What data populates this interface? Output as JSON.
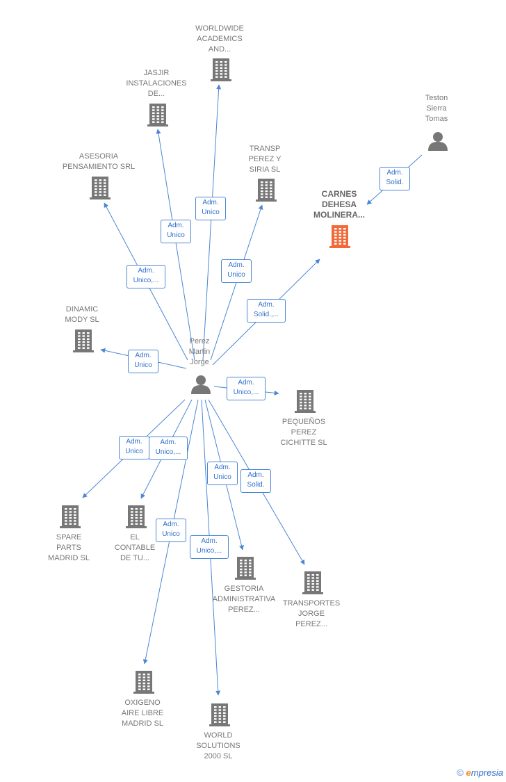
{
  "colors": {
    "edge": "#4a86d4",
    "company": "#777777",
    "main": "#f26a3a",
    "person": "#777777"
  },
  "nodes": [
    {
      "id": "perez",
      "label": "Perez\nMartin\nJorge",
      "type": "person"
    },
    {
      "id": "teston",
      "label": "Teston\nSierra\nTomas",
      "type": "person"
    },
    {
      "id": "carnes",
      "label": "CARNES\nDEHESA\nMOLINERA...",
      "type": "main"
    },
    {
      "id": "worldwide",
      "label": "WORLDWIDE\nACADEMICS\nAND...",
      "type": "company"
    },
    {
      "id": "jasjir",
      "label": "JASJIR\nINSTALACIONES\nDE...",
      "type": "company"
    },
    {
      "id": "asesoria",
      "label": "ASESORIA\nPENSAMIENTO SRL",
      "type": "company"
    },
    {
      "id": "transp",
      "label": "TRANSP\nPEREZ Y\nSIRIA  SL",
      "type": "company"
    },
    {
      "id": "dinamic",
      "label": "DINAMIC\nMODY  SL",
      "type": "company"
    },
    {
      "id": "pequenos",
      "label": "PEQUEÑOS\nPEREZ\nCICHITTE  SL",
      "type": "company"
    },
    {
      "id": "spare",
      "label": "SPARE\nPARTS\nMADRID  SL",
      "type": "company"
    },
    {
      "id": "contable",
      "label": "EL\nCONTABLE\nDE TU...",
      "type": "company"
    },
    {
      "id": "gestoria",
      "label": "GESTORIA\nADMINISTRATIVA\nPEREZ...",
      "type": "company"
    },
    {
      "id": "transportes",
      "label": "TRANSPORTES\nJORGE\nPEREZ...",
      "type": "company"
    },
    {
      "id": "oxigeno",
      "label": "OXIGENO\nAIRE LIBRE\nMADRID  SL",
      "type": "company"
    },
    {
      "id": "world",
      "label": "WORLD\nSOLUTIONS\n2000  SL",
      "type": "company"
    }
  ],
  "edges": [
    {
      "from": "teston",
      "to": "carnes",
      "label": "Adm.\nSolid."
    },
    {
      "from": "perez",
      "to": "carnes",
      "label": "Adm.\nSolid.,..."
    },
    {
      "from": "perez",
      "to": "worldwide",
      "label": "Adm.\nUnico"
    },
    {
      "from": "perez",
      "to": "jasjir",
      "label": "Adm.\nUnico"
    },
    {
      "from": "perez",
      "to": "asesoria",
      "label": "Adm.\nUnico,..."
    },
    {
      "from": "perez",
      "to": "transp",
      "label": "Adm.\nUnico"
    },
    {
      "from": "perez",
      "to": "dinamic",
      "label": "Adm.\nUnico"
    },
    {
      "from": "perez",
      "to": "pequenos",
      "label": "Adm.\nUnico,..."
    },
    {
      "from": "perez",
      "to": "spare",
      "label": "Adm.\nUnico"
    },
    {
      "from": "perez",
      "to": "contable",
      "label": "Adm.\nUnico,..."
    },
    {
      "from": "perez",
      "to": "gestoria",
      "label": "Adm.\nUnico"
    },
    {
      "from": "perez",
      "to": "transportes",
      "label": "Adm.\nSolid."
    },
    {
      "from": "perez",
      "to": "oxigeno",
      "label": "Adm.\nUnico"
    },
    {
      "from": "perez",
      "to": "world",
      "label": "Adm.\nUnico,..."
    }
  ],
  "footer": {
    "copyright": "©",
    "brand_initial": "e",
    "brand_rest": "mpresia"
  }
}
